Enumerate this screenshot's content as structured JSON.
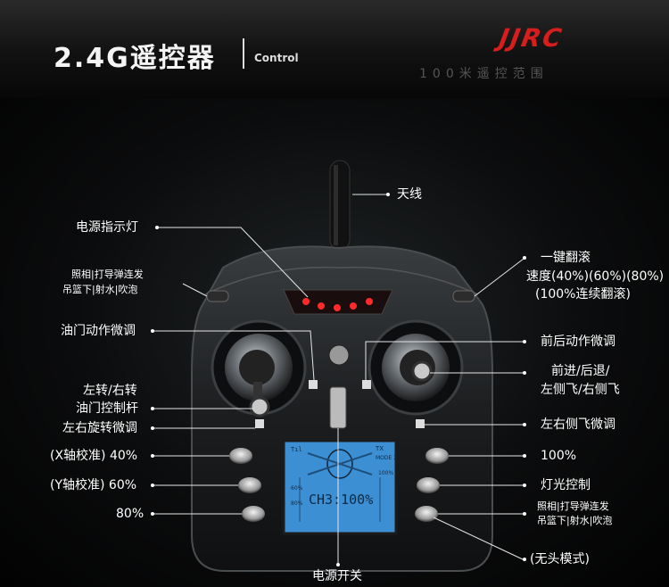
{
  "header": {
    "title": "2.4G遥控器",
    "subtitle": "Control",
    "logo": "JJRC",
    "range": "100米遥控范围"
  },
  "labels": {
    "antenna": "天线",
    "power_indicator": "电源指示灯",
    "left_shoulder_1": "照相|打导弹连发",
    "left_shoulder_2": "吊篮下|射水|吹泡",
    "throttle_trim": "油门动作微调",
    "left_right_turn": "左转/右转",
    "throttle_stick": "油门控制杆",
    "rotation_trim": "左右旋转微调",
    "x_calib": "(X轴校准) 40%",
    "y_calib": "(Y轴校准) 60%",
    "pct80": "80%",
    "power_switch": "电源开关",
    "flip": "一键翻滚",
    "speed": "速度(40%)(60%)(80%)",
    "speed_cont": "(100%连续翻滚)",
    "fwd_back_trim": "前后动作微调",
    "move_1": "前进/后退/",
    "move_2": "左侧飞/右侧飞",
    "side_trim": "左右侧飞微调",
    "pct100": "100%",
    "light_control": "灯光控制",
    "right_shoulder_1": "照相|打导弹连发",
    "right_shoulder_2": "吊篮下|射水|吹泡",
    "headless": "(无头模式)"
  },
  "lcd": {
    "mode": "MODE 2",
    "tx": "TX",
    "pct100": "100%",
    "pct60": "60%",
    "pct80": "80%",
    "channel": "CH3:100%"
  },
  "colors": {
    "lcd_bg": "#3d8fd4",
    "led_red": "#ff2a2a",
    "logo_red": "#d81d1d"
  }
}
